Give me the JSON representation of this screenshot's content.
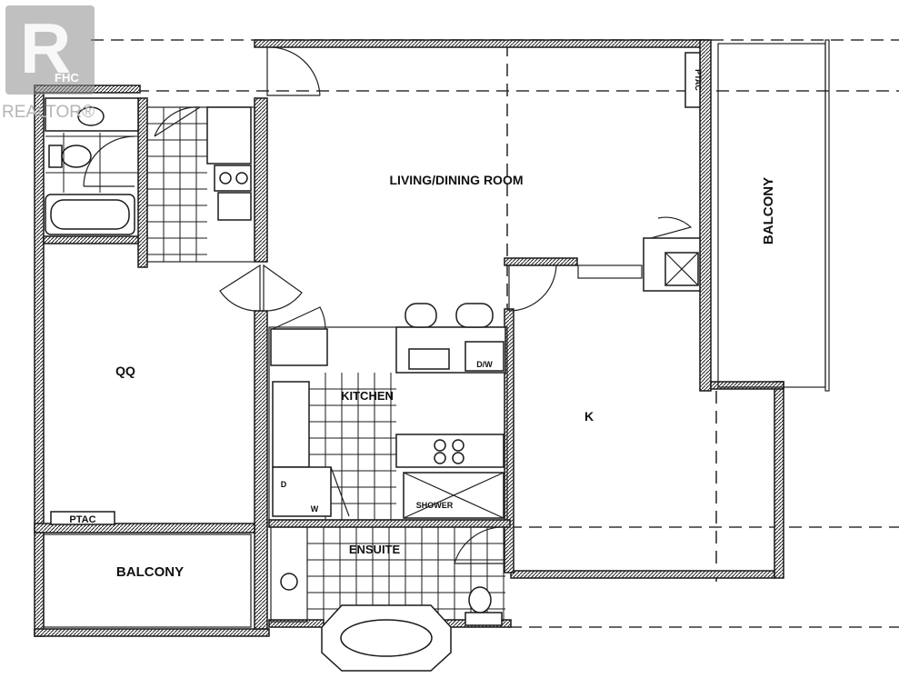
{
  "rooms": {
    "living_dining": "LIVING/DINING ROOM",
    "balcony_right": "BALCONY",
    "bedroom_qq": "QQ",
    "bedroom_k": "K",
    "kitchen": "KITCHEN",
    "ensuite": "ENSUITE",
    "balcony_left": "BALCONY"
  },
  "fixtures": {
    "ptac_top": "PTAC",
    "ptac_left": "PTAC",
    "dishwasher": "D/W",
    "shower": "SHOWER",
    "washer": "W",
    "dryer": "D"
  },
  "watermark": {
    "badge": "FHC",
    "word": "REALTOR®"
  },
  "colors": {
    "line": "#1a1a1a",
    "background": "#ffffff",
    "watermark": "#8d8d8d"
  }
}
